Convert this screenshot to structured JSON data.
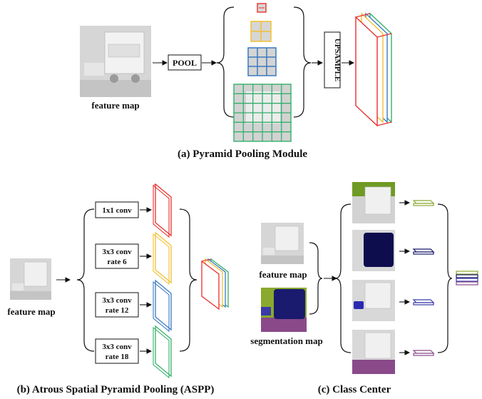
{
  "panel_a": {
    "caption": "(a) Pyramid Pooling Module",
    "feature_map_label": "feature map",
    "pool_label": "POOL",
    "upsample_label": "UPSAMPLE",
    "level_colors": [
      "#e8312e",
      "#f2c032",
      "#3a7ac1",
      "#33b06b"
    ]
  },
  "panel_b": {
    "caption": "(b) Atrous Spatial Pyramid Pooling (ASPP)",
    "feature_map_label": "feature map",
    "branches": [
      {
        "line1": "1x1 conv",
        "line2": "",
        "color": "#e8312e"
      },
      {
        "line1": "3x3 conv",
        "line2": "rate 6",
        "color": "#f2c032"
      },
      {
        "line1": "3x3 conv",
        "line2": "rate 12",
        "color": "#3a7ac1"
      },
      {
        "line1": "3x3 conv",
        "line2": "rate 18",
        "color": "#33b06b"
      }
    ]
  },
  "panel_c": {
    "caption": "(c) Class Center",
    "feature_map_label": "feature map",
    "segmentation_map_label": "segmentation map",
    "class_colors": [
      "#8aa92e",
      "#1a1a6e",
      "#3a3aa8",
      "#8a4a8a"
    ]
  }
}
